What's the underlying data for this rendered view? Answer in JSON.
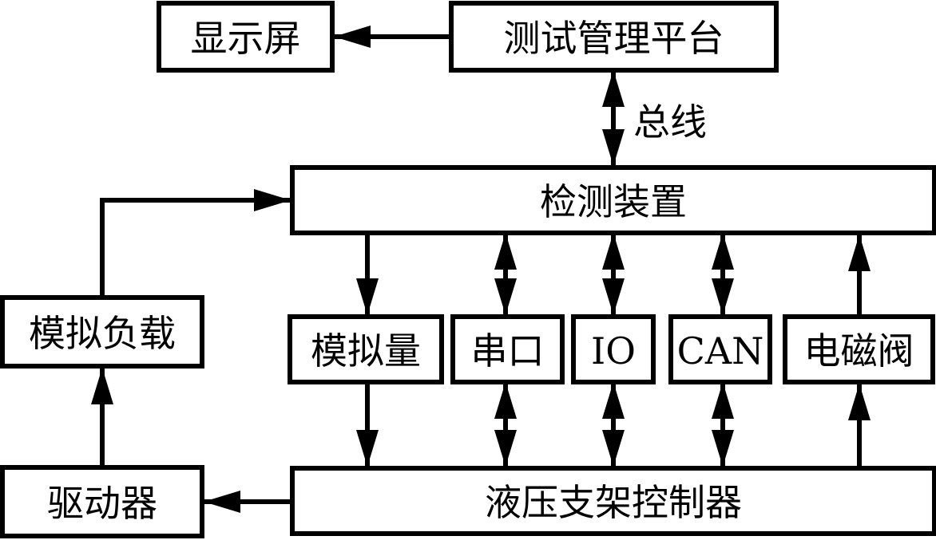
{
  "diagram": {
    "title": "",
    "nodes": [
      {
        "id": "display",
        "label": "显示屏"
      },
      {
        "id": "platform",
        "label": "测试管理平台"
      },
      {
        "id": "detector",
        "label": "检测装置"
      },
      {
        "id": "analog",
        "label": "模拟量"
      },
      {
        "id": "serial",
        "label": "串口"
      },
      {
        "id": "io",
        "label": "IO"
      },
      {
        "id": "can",
        "label": "CAN"
      },
      {
        "id": "solenoid",
        "label": "电磁阀"
      },
      {
        "id": "sim_load",
        "label": "模拟负载"
      },
      {
        "id": "driver",
        "label": "驱动器"
      },
      {
        "id": "controller",
        "label": "液压支架控制器"
      }
    ],
    "edges": [
      {
        "id": "platform-to-display",
        "from": "platform",
        "to": "display",
        "direction": "forward",
        "label": ""
      },
      {
        "id": "platform-detector-bus",
        "from": "platform",
        "to": "detector",
        "direction": "both",
        "label": "总线"
      },
      {
        "id": "detector-to-analog",
        "from": "detector",
        "to": "analog",
        "direction": "forward",
        "label": ""
      },
      {
        "id": "detector-serial",
        "from": "detector",
        "to": "serial",
        "direction": "both",
        "label": ""
      },
      {
        "id": "detector-io",
        "from": "detector",
        "to": "io",
        "direction": "both",
        "label": ""
      },
      {
        "id": "detector-can",
        "from": "detector",
        "to": "can",
        "direction": "both",
        "label": ""
      },
      {
        "id": "solenoid-to-detector",
        "from": "solenoid",
        "to": "detector",
        "direction": "forward",
        "label": ""
      },
      {
        "id": "analog-to-controller",
        "from": "analog",
        "to": "controller",
        "direction": "forward",
        "label": ""
      },
      {
        "id": "serial-controller",
        "from": "serial",
        "to": "controller",
        "direction": "both",
        "label": ""
      },
      {
        "id": "io-controller",
        "from": "io",
        "to": "controller",
        "direction": "both",
        "label": ""
      },
      {
        "id": "can-controller",
        "from": "can",
        "to": "controller",
        "direction": "both",
        "label": ""
      },
      {
        "id": "controller-to-solenoid",
        "from": "controller",
        "to": "solenoid",
        "direction": "forward",
        "label": ""
      },
      {
        "id": "controller-to-driver",
        "from": "controller",
        "to": "driver",
        "direction": "forward",
        "label": ""
      },
      {
        "id": "driver-to-sim-load",
        "from": "driver",
        "to": "sim_load",
        "direction": "forward",
        "label": ""
      },
      {
        "id": "sim-load-to-detector",
        "from": "sim_load",
        "to": "detector",
        "direction": "forward",
        "label": ""
      }
    ]
  }
}
